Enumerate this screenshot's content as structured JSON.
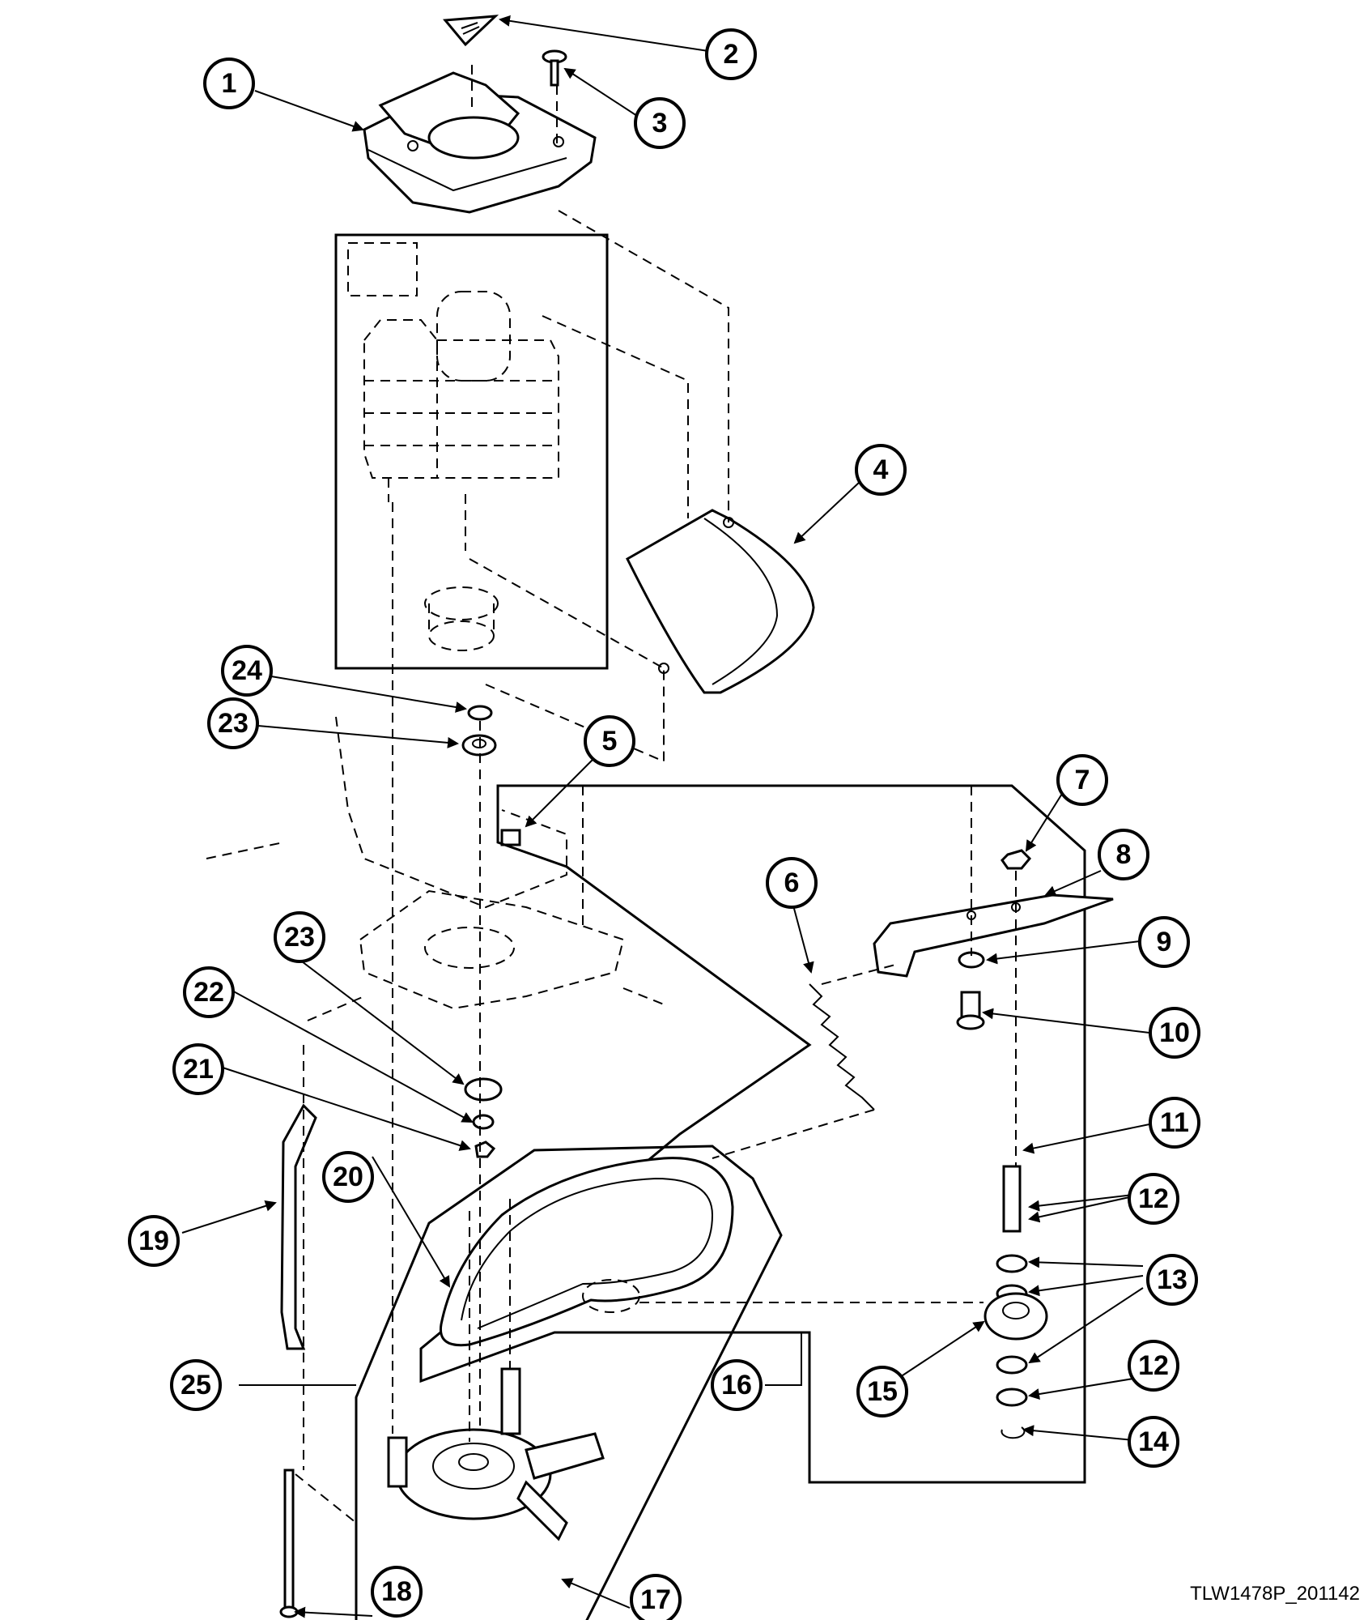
{
  "reference_code": "TLW1478P_201142",
  "callouts": [
    "1",
    "2",
    "3",
    "4",
    "5",
    "6",
    "7",
    "8",
    "9",
    "10",
    "11",
    "12",
    "12",
    "13",
    "14",
    "15",
    "16",
    "17",
    "18",
    "19",
    "20",
    "21",
    "22",
    "23",
    "23",
    "24",
    "25"
  ]
}
